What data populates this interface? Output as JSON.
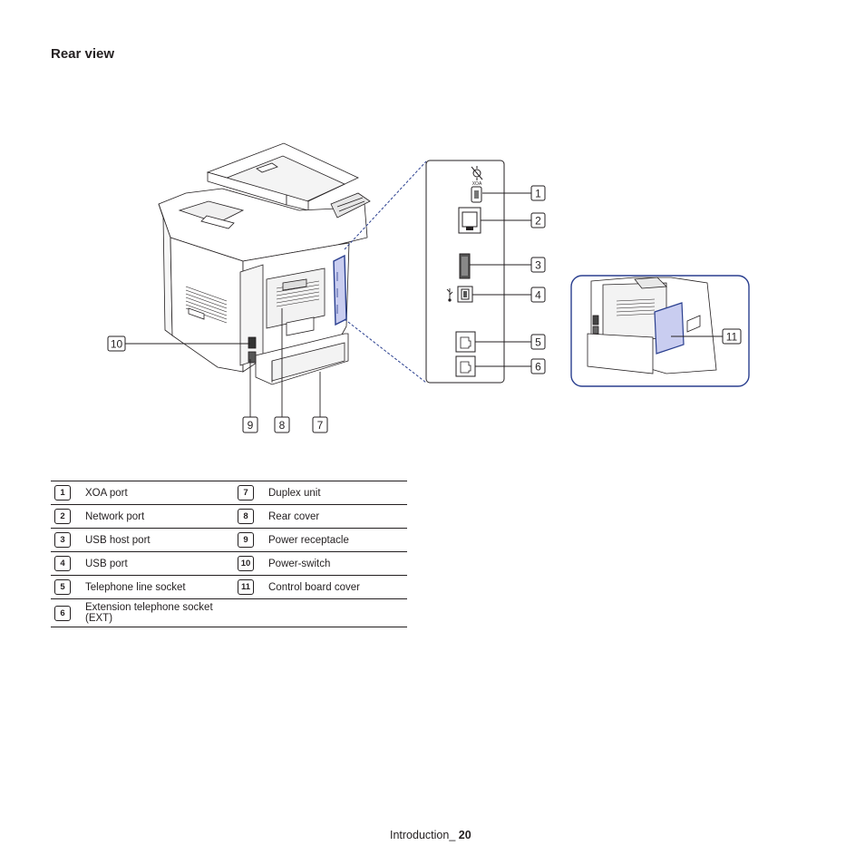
{
  "section_title": "Rear view",
  "callouts": {
    "c1": "1",
    "c2": "2",
    "c3": "3",
    "c4": "4",
    "c5": "5",
    "c6": "6",
    "c7": "7",
    "c8": "8",
    "c9": "9",
    "c10": "10",
    "c11": "11"
  },
  "xoa_label": "XOA",
  "parts": {
    "rows": [
      {
        "n1": "1",
        "l1": "XOA port",
        "n2": "7",
        "l2": "Duplex unit"
      },
      {
        "n1": "2",
        "l1": "Network port",
        "n2": "8",
        "l2": "Rear cover"
      },
      {
        "n1": "3",
        "l1": "USB host port",
        "n2": "9",
        "l2": "Power receptacle"
      },
      {
        "n1": "4",
        "l1": "USB port",
        "n2": "10",
        "l2": "Power-switch"
      },
      {
        "n1": "5",
        "l1": "Telephone line socket",
        "n2": "11",
        "l2": "Control board cover"
      },
      {
        "n1": "6",
        "l1": "Extension telephone socket (EXT)",
        "n2": "",
        "l2": ""
      }
    ]
  },
  "footer": {
    "text": "Introduction_ ",
    "page": "20"
  },
  "colors": {
    "accent_blue": "#2a3f8f",
    "highlight_fill": "#c9cdf0",
    "ink": "#231f20"
  }
}
